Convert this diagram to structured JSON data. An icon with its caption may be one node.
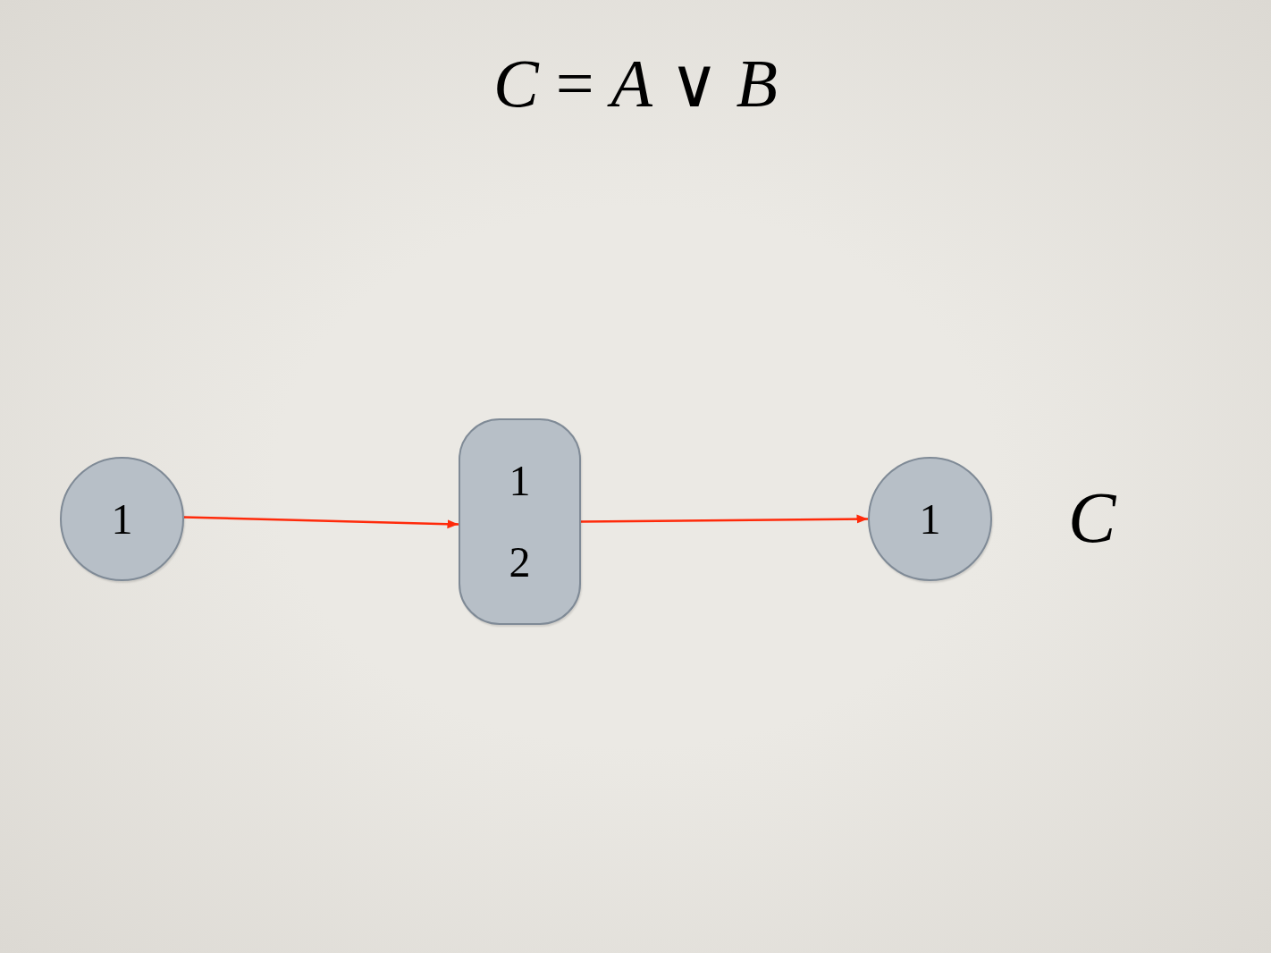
{
  "diagram": {
    "title": "*C* = *A* ∨ *B*",
    "nodes": [
      {
        "text": [
          "1"
        ]
      },
      {
        "text": [
          "1",
          "2"
        ]
      },
      {
        "text": [
          "1"
        ],
        "beside": [
          "C"
        ]
      }
    ],
    "edges": [
      {
        "from": 0,
        "to": 1,
        "arrow": "to"
      },
      {
        "from": 1,
        "to": 2,
        "arrow": "to"
      }
    ]
  }
}
